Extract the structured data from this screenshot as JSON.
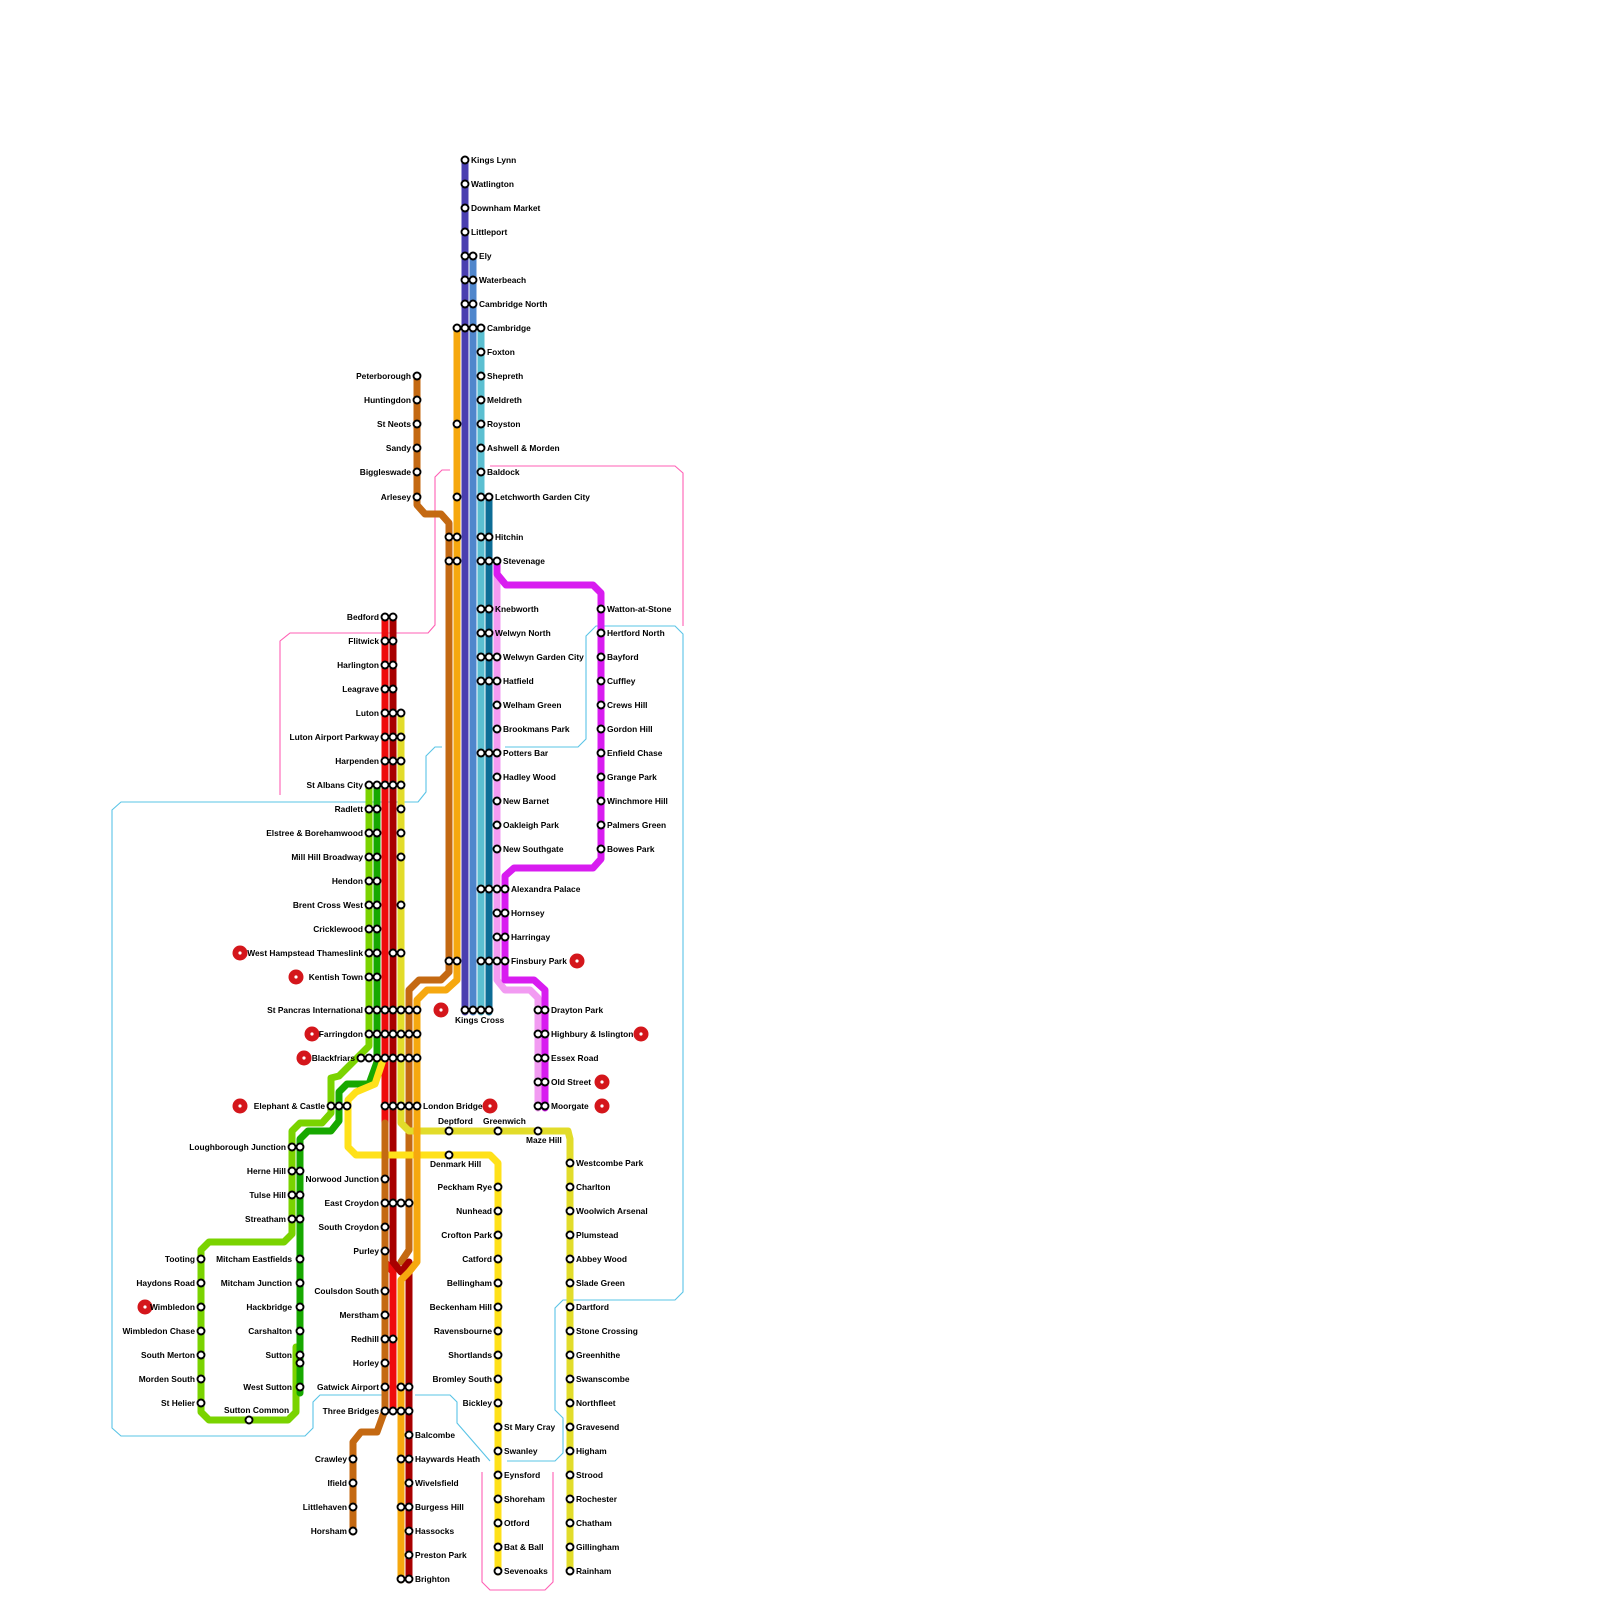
{
  "colors": {
    "purple_blue": "#4a3fb0",
    "mid_blue": "#4f86cc",
    "light_blue": "#5bbfd1",
    "dark_teal": "#0d6d96",
    "magenta": "#d81cf0",
    "pink_light": "#f29bf2",
    "orange": "#f6a80f",
    "brown": "#c46912",
    "red": "#ee0c0c",
    "dark_red": "#a80000",
    "yellow": "#ffe11a",
    "olive_yellow": "#e2dc2a",
    "lime": "#7ad300",
    "green": "#17a800",
    "zone_blue": "#5ac4e6",
    "zone_pink": "#ff5fb4",
    "interchange": "#d4161b"
  },
  "stations": {
    "kings_lynn": "Kings Lynn",
    "watlington": "Watlington",
    "downham_market": "Downham Market",
    "littleport": "Littleport",
    "ely": "Ely",
    "waterbeach": "Waterbeach",
    "cambridge_north": "Cambridge North",
    "cambridge": "Cambridge",
    "foxton": "Foxton",
    "shepreth": "Shepreth",
    "meldreth": "Meldreth",
    "royston": "Royston",
    "ashwell_morden": "Ashwell & Morden",
    "baldock": "Baldock",
    "letchworth": "Letchworth Garden City",
    "hitchin": "Hitchin",
    "stevenage": "Stevenage",
    "knebworth": "Knebworth",
    "welwyn_north": "Welwyn North",
    "welwyn_gc": "Welwyn Garden City",
    "hatfield": "Hatfield",
    "welham_green": "Welham Green",
    "brookmans_park": "Brookmans Park",
    "potters_bar": "Potters Bar",
    "hadley_wood": "Hadley Wood",
    "new_barnet": "New Barnet",
    "oakleigh_park": "Oakleigh Park",
    "new_southgate": "New Southgate",
    "alexandra_palace": "Alexandra Palace",
    "hornsey": "Hornsey",
    "harringay": "Harringay",
    "finsbury_park": "Finsbury Park",
    "kings_cross": "Kings Cross",
    "watton": "Watton-at-Stone",
    "hertford_north": "Hertford North",
    "bayford": "Bayford",
    "cuffley": "Cuffley",
    "crews_hill": "Crews Hill",
    "gordon_hill": "Gordon Hill",
    "enfield_chase": "Enfield Chase",
    "grange_park": "Grange Park",
    "winchmore_hill": "Winchmore Hill",
    "palmers_green": "Palmers Green",
    "bowes_park": "Bowes Park",
    "drayton_park": "Drayton Park",
    "highbury": "Highbury & Islington",
    "essex_road": "Essex Road",
    "old_street": "Old Street",
    "moorgate": "Moorgate",
    "peterborough": "Peterborough",
    "huntingdon": "Huntingdon",
    "st_neots": "St Neots",
    "sandy": "Sandy",
    "biggleswade": "Biggleswade",
    "arlesey": "Arlesey",
    "bedford": "Bedford",
    "flitwick": "Flitwick",
    "harlington": "Harlington",
    "leagrave": "Leagrave",
    "luton": "Luton",
    "luton_airport": "Luton Airport Parkway",
    "harpenden": "Harpenden",
    "st_albans": "St Albans City",
    "radlett": "Radlett",
    "elstree": "Elstree & Borehamwood",
    "mill_hill": "Mill Hill Broadway",
    "hendon": "Hendon",
    "brent_cross": "Brent Cross West",
    "cricklewood": "Cricklewood",
    "west_hampstead": "West Hampstead Thameslink",
    "kentish_town": "Kentish Town",
    "st_pancras": "St Pancras International",
    "farringdon": "Farringdon",
    "blackfriars": "Blackfriars",
    "elephant_castle": "Elephant & Castle",
    "london_bridge": "London Bridge",
    "deptford": "Deptford",
    "greenwich": "Greenwich",
    "maze_hill": "Maze Hill",
    "denmark_hill": "Denmark Hill",
    "westcombe_park": "Westcombe Park",
    "charlton": "Charlton",
    "woolwich": "Woolwich Arsenal",
    "plumstead": "Plumstead",
    "abbey_wood": "Abbey Wood",
    "slade_green": "Slade Green",
    "dartford": "Dartford",
    "stone_crossing": "Stone Crossing",
    "greenhithe": "Greenhithe",
    "swanscombe": "Swanscombe",
    "northfleet": "Northfleet",
    "gravesend": "Gravesend",
    "higham": "Higham",
    "strood": "Strood",
    "rochester": "Rochester",
    "chatham": "Chatham",
    "gillingham": "Gillingham",
    "rainham": "Rainham",
    "peckham_rye": "Peckham Rye",
    "nunhead": "Nunhead",
    "crofton_park": "Crofton Park",
    "catford": "Catford",
    "bellingham": "Bellingham",
    "beckenham_hill": "Beckenham Hill",
    "ravensbourne": "Ravensbourne",
    "shortlands": "Shortlands",
    "bromley_south": "Bromley South",
    "bickley": "Bickley",
    "st_mary_cray": "St Mary Cray",
    "swanley": "Swanley",
    "eynsford": "Eynsford",
    "shoreham": "Shoreham",
    "otford": "Otford",
    "bat_ball": "Bat & Ball",
    "sevenoaks": "Sevenoaks",
    "loughborough_jn": "Loughborough Junction",
    "herne_hill": "Herne Hill",
    "tulse_hill": "Tulse Hill",
    "streatham": "Streatham",
    "tooting": "Tooting",
    "haydons_road": "Haydons Road",
    "wimbledon": "Wimbledon",
    "wimbledon_chase": "Wimbledon Chase",
    "south_merton": "South Merton",
    "morden_south": "Morden South",
    "st_helier": "St Helier",
    "sutton_common": "Sutton Common",
    "mitcham_eastfields": "Mitcham Eastfields",
    "mitcham_jn": "Mitcham Junction",
    "hackbridge": "Hackbridge",
    "carshalton": "Carshalton",
    "sutton": "Sutton",
    "west_sutton": "West Sutton",
    "norwood_jn": "Norwood Junction",
    "east_croydon": "East Croydon",
    "south_croydon": "South Croydon",
    "purley": "Purley",
    "coulsdon_south": "Coulsdon South",
    "merstham": "Merstham",
    "redhill": "Redhill",
    "horley": "Horley",
    "gatwick": "Gatwick Airport",
    "three_bridges": "Three Bridges",
    "crawley": "Crawley",
    "ifield": "Ifield",
    "littlehaven": "Littlehaven",
    "horsham": "Horsham",
    "balcombe": "Balcombe",
    "haywards_heath": "Haywards Heath",
    "wivelsfield": "Wivelsfield",
    "burgess_hill": "Burgess Hill",
    "hassocks": "Hassocks",
    "preston_park": "Preston Park",
    "brighton": "Brighton"
  }
}
